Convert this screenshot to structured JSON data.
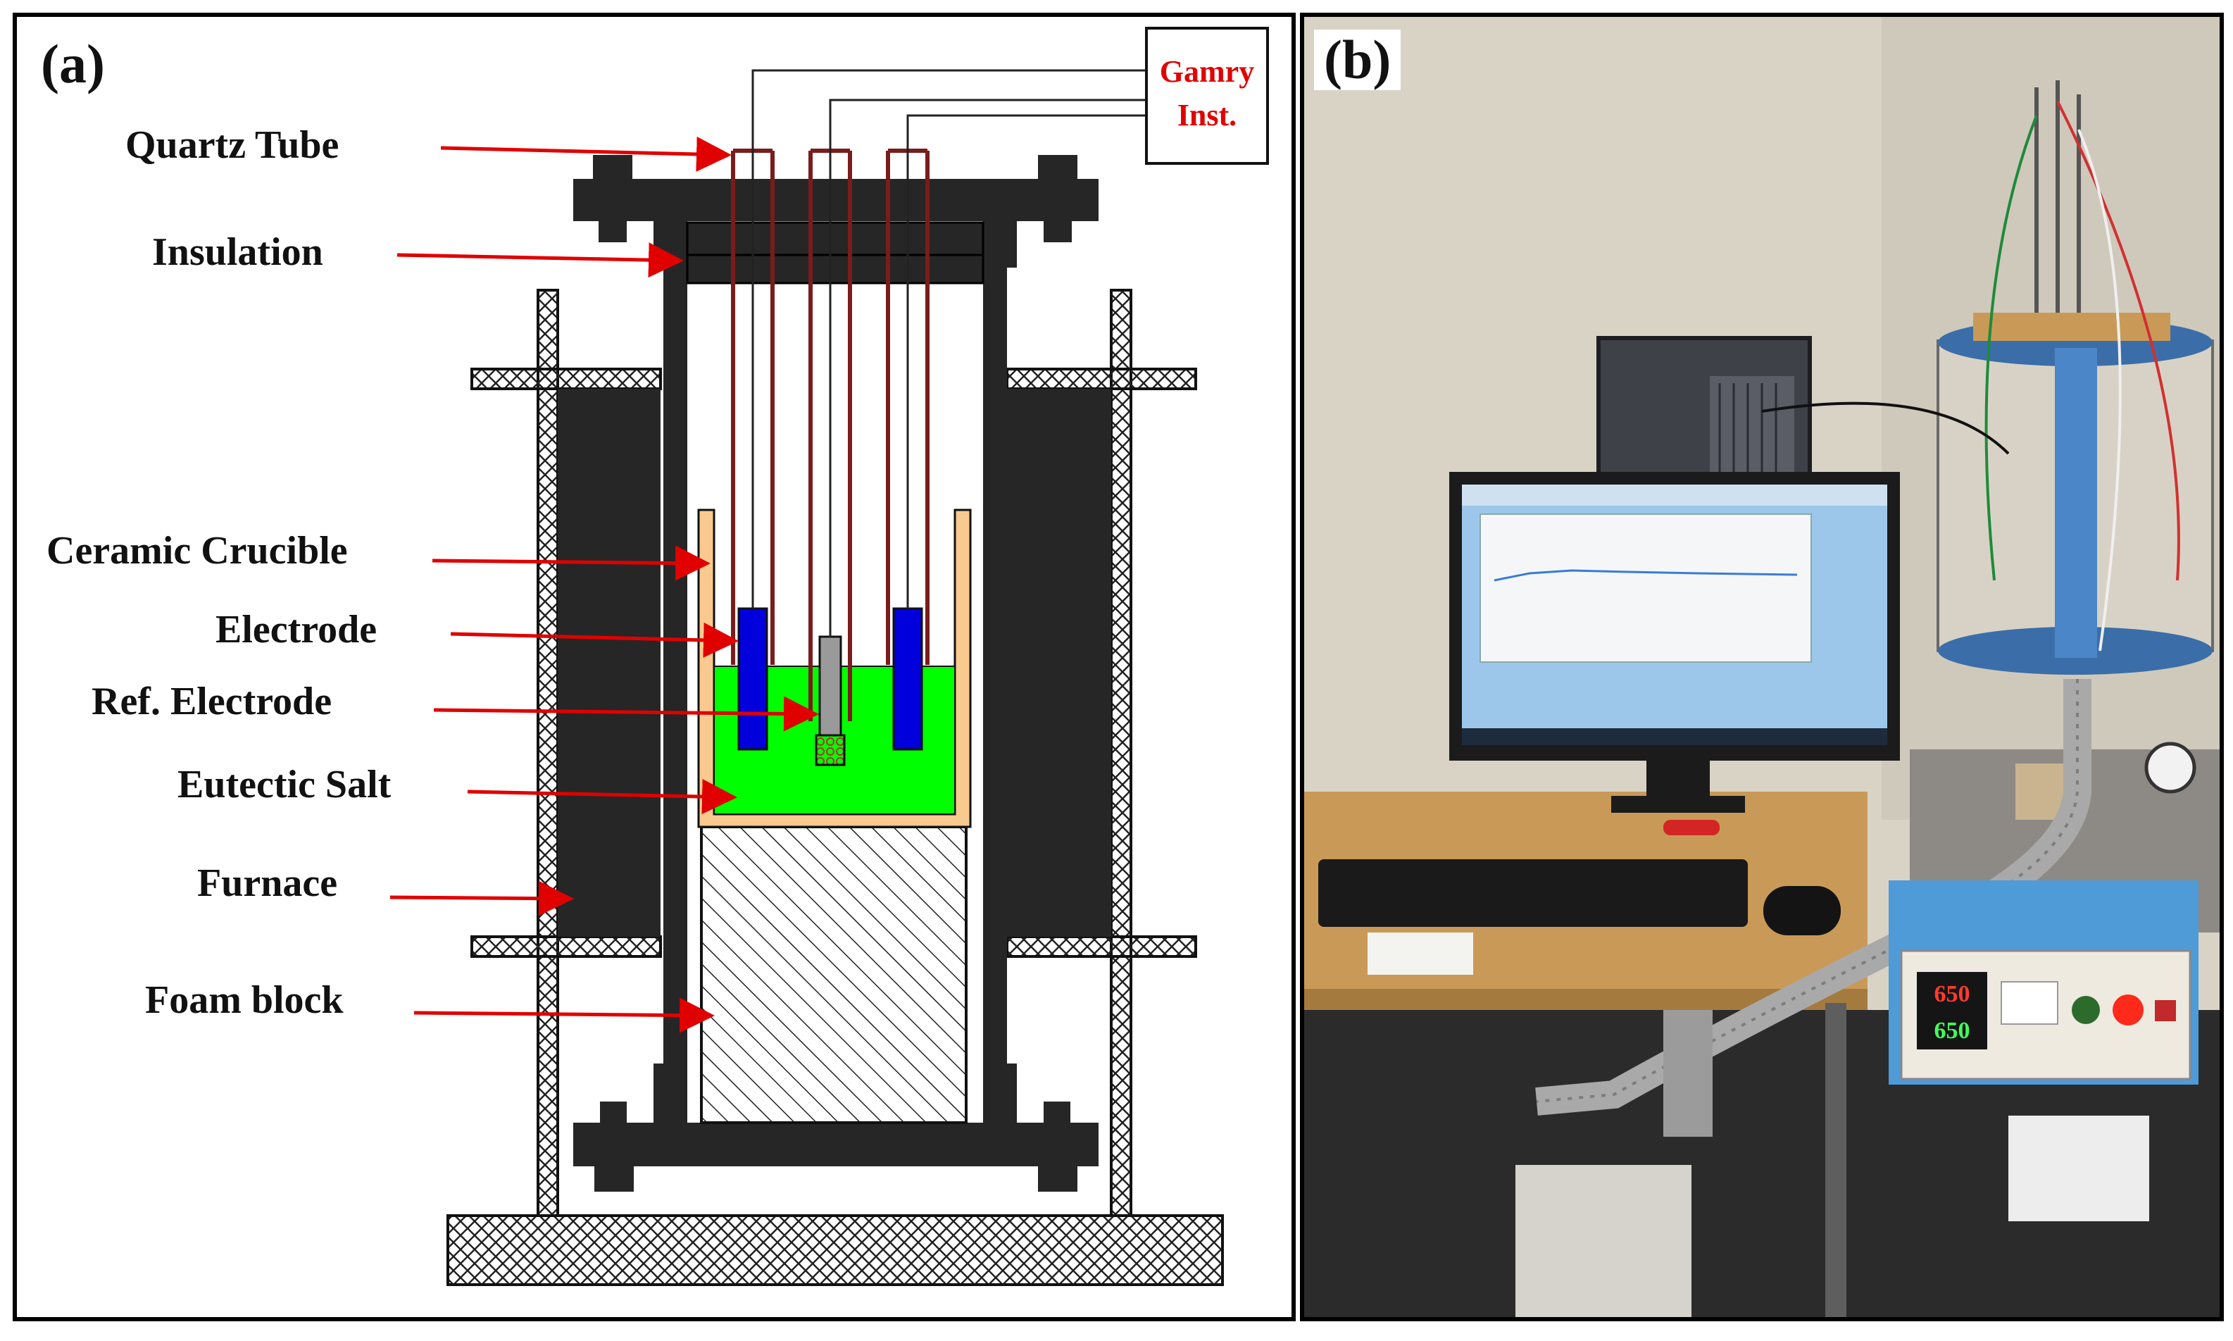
{
  "panel_a": {
    "label": "(a)",
    "gamry_box": {
      "line1": "Gamry",
      "line2": "Inst."
    },
    "callouts": {
      "quartz_tube": "Quartz Tube",
      "insulation": "Insulation",
      "ceramic_crucible": "Ceramic Crucible",
      "electrode": "Electrode",
      "ref_electrode": "Ref. Electrode",
      "eutectic_salt": "Eutectic Salt",
      "furnace": "Furnace",
      "foam_block": "Foam block"
    },
    "colors": {
      "arrow": "#e00000",
      "gamry_text": "#e00000",
      "quartz_tube": "#7a1c1c",
      "crucible": "#f9c98f",
      "salt": "#00ff00",
      "electrode": "#0000dd",
      "ref_electrode": "#9a9a9a",
      "furnace": "#262626"
    }
  },
  "panel_b": {
    "label": "(b)",
    "controller_display": {
      "top": "650",
      "bottom": "650"
    }
  }
}
